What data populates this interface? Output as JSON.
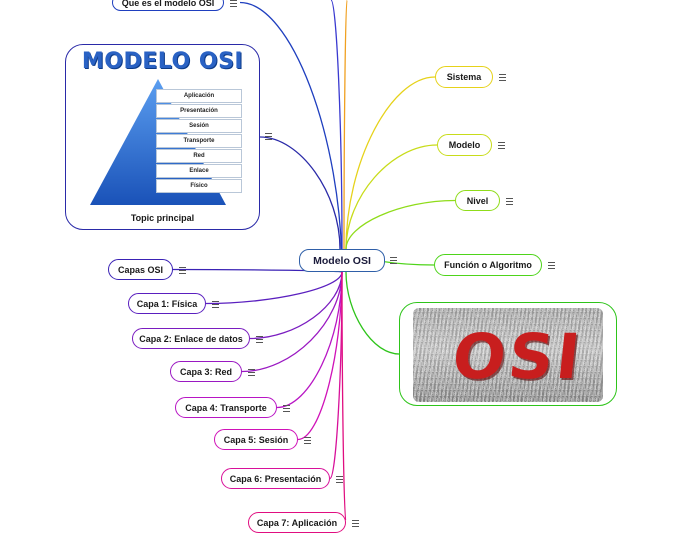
{
  "root": {
    "label": "Modelo OSI"
  },
  "left_branches": [
    {
      "id": "que-es",
      "label": "Que es el modelo OSI",
      "color": "#1f3fbf"
    },
    {
      "id": "capas-osi",
      "label": "Capas OSI",
      "color": "#3a22b5"
    },
    {
      "id": "capa1",
      "label": "Capa 1: Física",
      "color": "#5a1fbf"
    },
    {
      "id": "capa2",
      "label": "Capa 2: Enlace de datos",
      "color": "#7a1cc0"
    },
    {
      "id": "capa3",
      "label": "Capa 3: Red",
      "color": "#9a18c2"
    },
    {
      "id": "capa4",
      "label": "Capa 4: Transporte",
      "color": "#b815c4"
    },
    {
      "id": "capa5",
      "label": "Capa 5: Sesión",
      "color": "#d012b8"
    },
    {
      "id": "capa6",
      "label": "Capa 6: Presentación",
      "color": "#d8109a"
    },
    {
      "id": "capa7",
      "label": "Capa 7: Aplicación",
      "color": "#e00e80"
    }
  ],
  "right_branches": [
    {
      "id": "sistema",
      "label": "Sistema",
      "color": "#e6d21a"
    },
    {
      "id": "modelo",
      "label": "Modelo",
      "color": "#c8dc1a"
    },
    {
      "id": "nivel",
      "label": "Nivel",
      "color": "#8fdc1a"
    },
    {
      "id": "funcion",
      "label": "Función o Algoritmo",
      "color": "#4ed41a"
    }
  ],
  "topic_image": {
    "title": "MODELO OSI",
    "caption": "Topic principal",
    "border_color": "#2a2aa8",
    "layers": [
      "Aplicación",
      "Presentación",
      "Sesión",
      "Transporte",
      "Red",
      "Enlace",
      "Físico"
    ]
  },
  "osi_image": {
    "text": "OSI",
    "border_color": "#2ec41a"
  },
  "top_edge_colors": [
    "#3a3ad0",
    "#f0a020"
  ]
}
